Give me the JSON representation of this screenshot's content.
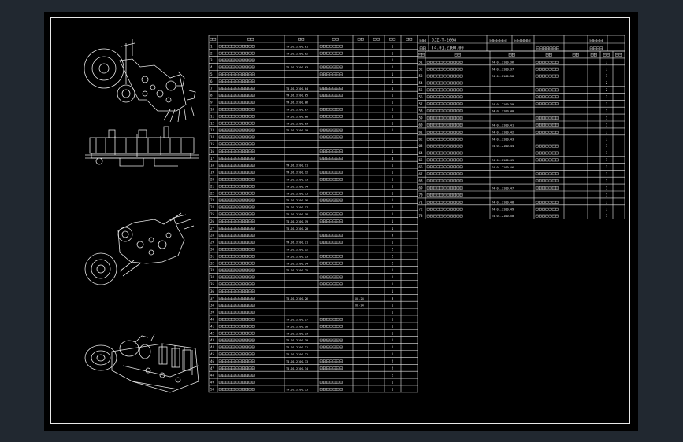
{
  "viewer": {
    "background_color": "#212830",
    "sheet_color": "#000000",
    "line_color": "#e8e8e8"
  },
  "drawing": {
    "title_block": {
      "drawing_no": "JJZ-T-2008",
      "part_no": "T4.01.2100.00"
    },
    "views": [
      {
        "name": "front-view-top"
      },
      {
        "name": "top-view"
      },
      {
        "name": "front-view-mirror"
      },
      {
        "name": "isometric-view"
      }
    ],
    "left_table": {
      "headers": [
        "序号",
        "名称",
        "代号",
        "材料",
        "数量",
        "单重",
        "总重",
        "备注"
      ],
      "rows": [
        {
          "no": "1",
          "code": "T4.01.2100.01",
          "mat": "",
          "qty": "1"
        },
        {
          "no": "2",
          "code": "T4.01.2100.02",
          "mat": "",
          "qty": "1"
        },
        {
          "no": "3",
          "code": "",
          "mat": "",
          "qty": "1"
        },
        {
          "no": "4",
          "code": "T4.01.2100.03",
          "mat": "",
          "qty": "1"
        },
        {
          "no": "5",
          "code": "",
          "mat": "",
          "qty": "1"
        },
        {
          "no": "6",
          "code": "",
          "mat": "",
          "qty": "1"
        },
        {
          "no": "7",
          "code": "T4.01.2100.04",
          "mat": "",
          "qty": "1"
        },
        {
          "no": "8",
          "code": "T4.01.2100.05",
          "mat": "",
          "qty": "1"
        },
        {
          "no": "9",
          "code": "T4.01.2100.06",
          "mat": "",
          "qty": "1"
        },
        {
          "no": "10",
          "code": "T4.01.2100.07",
          "mat": "",
          "qty": "1"
        },
        {
          "no": "11",
          "code": "T4.01.2100.08",
          "mat": "",
          "qty": "1"
        },
        {
          "no": "12",
          "code": "T4.01.2100.09",
          "mat": "",
          "qty": "1"
        },
        {
          "no": "13",
          "code": "T4.01.2100.10",
          "mat": "",
          "qty": "1"
        },
        {
          "no": "14",
          "code": "",
          "mat": "",
          "qty": ""
        },
        {
          "no": "15",
          "code": "",
          "mat": "",
          "qty": ""
        },
        {
          "no": "16",
          "code": "",
          "mat": "",
          "qty": "1"
        },
        {
          "no": "17",
          "code": "",
          "mat": "",
          "qty": "4"
        },
        {
          "no": "18",
          "code": "T4.01.2100.11",
          "mat": "",
          "qty": "1"
        },
        {
          "no": "19",
          "code": "T4.01.2100.12",
          "mat": "",
          "qty": "1"
        },
        {
          "no": "20",
          "code": "T4.01.2100.13",
          "mat": "",
          "qty": "1"
        },
        {
          "no": "21",
          "code": "T4.01.2100.14",
          "mat": "",
          "qty": "1"
        },
        {
          "no": "22",
          "code": "T4.01.2100.15",
          "mat": "",
          "qty": "1"
        },
        {
          "no": "23",
          "code": "T4.01.2100.16",
          "mat": "",
          "qty": "1"
        },
        {
          "no": "24",
          "code": "T4.01.2100.17",
          "mat": "",
          "qty": "1"
        },
        {
          "no": "25",
          "code": "T4.01.2100.18",
          "mat": "",
          "qty": "1"
        },
        {
          "no": "26",
          "code": "T4.01.2100.19",
          "mat": "",
          "qty": "1"
        },
        {
          "no": "27",
          "code": "T4.01.2100.20",
          "mat": "",
          "qty": "1"
        },
        {
          "no": "28",
          "code": "",
          "mat": "",
          "qty": "3"
        },
        {
          "no": "29",
          "code": "T4.01.2100.21",
          "mat": "",
          "qty": "1"
        },
        {
          "no": "30",
          "code": "T4.01.2100.22",
          "mat": "",
          "qty": "2"
        },
        {
          "no": "31",
          "code": "T4.01.2100.23",
          "mat": "",
          "qty": "2"
        },
        {
          "no": "32",
          "code": "T4.01.2100.24",
          "mat": "",
          "qty": "2"
        },
        {
          "no": "33",
          "code": "T4.01.2100.25",
          "mat": "",
          "qty": "1"
        },
        {
          "no": "34",
          "code": "",
          "mat": "",
          "qty": "1"
        },
        {
          "no": "35",
          "code": "",
          "mat": "",
          "qty": "1"
        },
        {
          "no": "36",
          "code": "",
          "mat": "",
          "qty": "1"
        },
        {
          "no": "37",
          "code": "T4.01.2100.26",
          "mat": "XL-24",
          "qty": "3"
        },
        {
          "no": "38",
          "code": "",
          "mat": "XL-24",
          "qty": "1"
        },
        {
          "no": "39",
          "code": "",
          "mat": "",
          "qty": "1"
        },
        {
          "no": "40",
          "code": "T4.01.2100.27",
          "mat": "",
          "qty": "1"
        },
        {
          "no": "41",
          "code": "T4.01.2100.28",
          "mat": "",
          "qty": "1"
        },
        {
          "no": "42",
          "code": "T4.01.2100.29",
          "mat": "",
          "qty": "1"
        },
        {
          "no": "43",
          "code": "T4.01.2100.30",
          "mat": "",
          "qty": "1"
        },
        {
          "no": "44",
          "code": "T4.01.2100.31",
          "mat": "",
          "qty": "1"
        },
        {
          "no": "45",
          "code": "T4.01.2100.32",
          "mat": "",
          "qty": "1"
        },
        {
          "no": "46",
          "code": "T4.01.2100.33",
          "mat": "",
          "qty": "2"
        },
        {
          "no": "47",
          "code": "T4.01.2100.34",
          "mat": "",
          "qty": "2"
        },
        {
          "no": "48",
          "code": "",
          "mat": "",
          "qty": "2"
        },
        {
          "no": "49",
          "code": "",
          "mat": "",
          "qty": "1"
        },
        {
          "no": "50",
          "code": "T4.01.2100.35",
          "mat": "",
          "qty": "1"
        }
      ]
    },
    "right_table": {
      "rows": [
        {
          "no": "51",
          "code": "T4.01.2100.36",
          "qty": "1"
        },
        {
          "no": "52",
          "code": "T4.01.2100.37",
          "qty": "1"
        },
        {
          "no": "53",
          "code": "T4.01.2100.38",
          "qty": "1"
        },
        {
          "no": "54",
          "code": "",
          "qty": "2"
        },
        {
          "no": "55",
          "code": "",
          "qty": "2"
        },
        {
          "no": "56",
          "code": "",
          "qty": "2"
        },
        {
          "no": "57",
          "code": "T4.01.2100.39",
          "qty": "1"
        },
        {
          "no": "58",
          "code": "T4.01.2100.40",
          "qty": "1"
        },
        {
          "no": "59",
          "code": "",
          "qty": "1"
        },
        {
          "no": "60",
          "code": "T4.01.2100.41",
          "qty": "1"
        },
        {
          "no": "61",
          "code": "T4.01.2100.42",
          "qty": "1"
        },
        {
          "no": "62",
          "code": "T4.01.2100.43",
          "qty": "1"
        },
        {
          "no": "63",
          "code": "T4.01.2100.44",
          "qty": "1"
        },
        {
          "no": "64",
          "code": "",
          "qty": "1"
        },
        {
          "no": "65",
          "code": "T4.01.2100.45",
          "qty": "1"
        },
        {
          "no": "66",
          "code": "T4.01.2100.46",
          "qty": "1"
        },
        {
          "no": "67",
          "code": "",
          "qty": "1"
        },
        {
          "no": "68",
          "code": "",
          "qty": "1"
        },
        {
          "no": "69",
          "code": "T4.01.2100.47",
          "qty": "1"
        },
        {
          "no": "70",
          "code": "",
          "qty": "1"
        },
        {
          "no": "71",
          "code": "T4.01.2100.48",
          "qty": "1"
        },
        {
          "no": "72",
          "code": "T4.01.2100.49",
          "qty": "1"
        },
        {
          "no": "73",
          "code": "T4.01.2100.50",
          "qty": "1"
        }
      ]
    }
  }
}
